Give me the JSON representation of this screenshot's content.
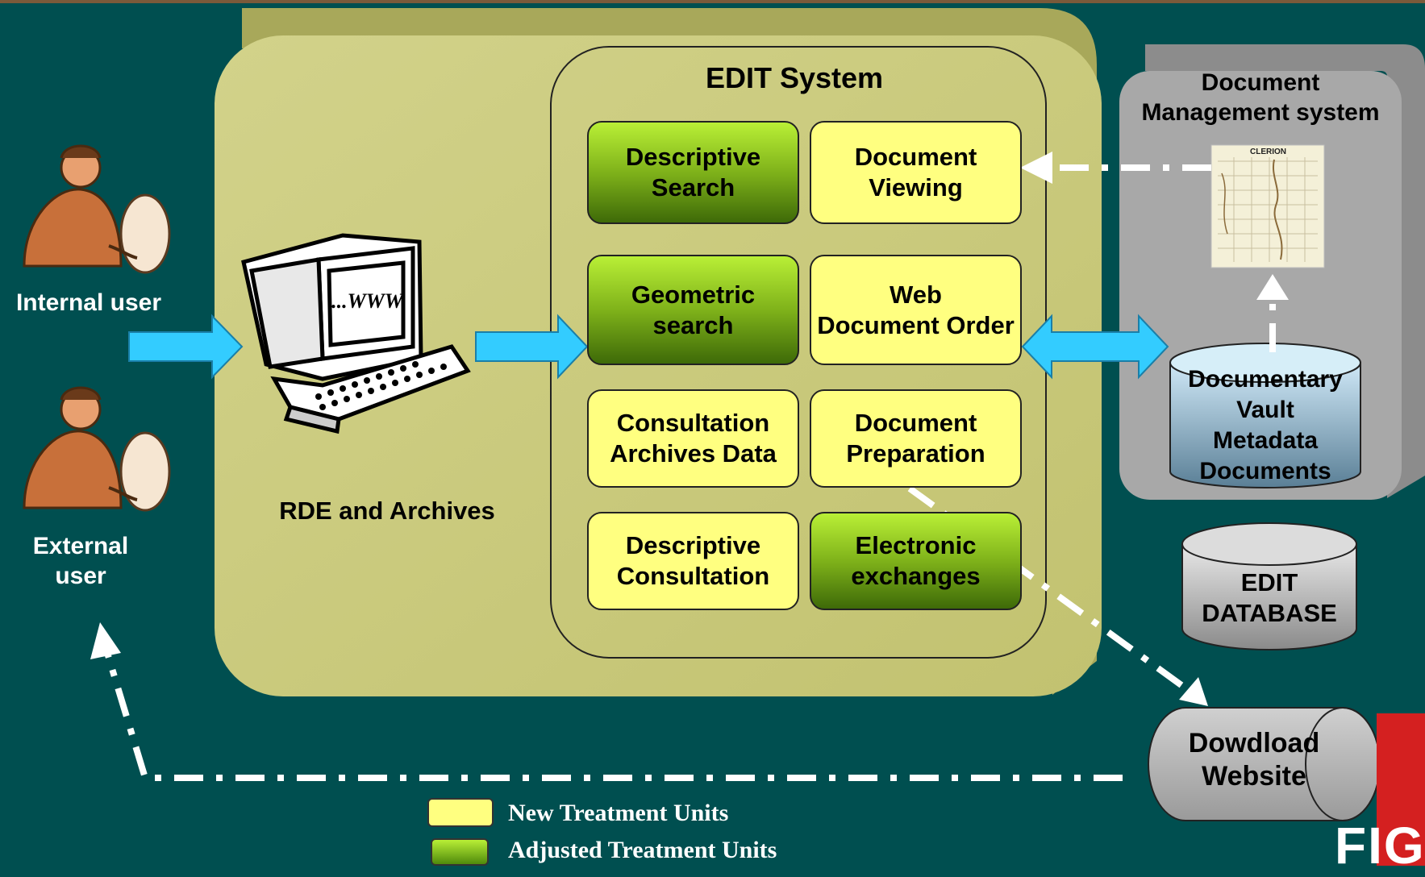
{
  "colors": {
    "background": "#004f50",
    "outer_panel": "#c8c878",
    "new_unit": "#ffff80",
    "adjusted_unit": "#7fb21a",
    "arrow": "#33ccff",
    "dms_panel": "#a6a6a6"
  },
  "users": {
    "internal_label": "Internal user",
    "external_label_line1": "External",
    "external_label_line2": "user"
  },
  "computer": {
    "screen_text": "...WWW",
    "label": "RDE and Archives"
  },
  "edit_system": {
    "title": "EDIT System",
    "units": [
      {
        "line1": "Descriptive",
        "line2": "Search",
        "kind": "adjusted"
      },
      {
        "line1": "Document",
        "line2": "Viewing",
        "kind": "new"
      },
      {
        "line1": "Geometric",
        "line2": "search",
        "kind": "adjusted"
      },
      {
        "line1": "Web",
        "line2": "Document Order",
        "kind": "new"
      },
      {
        "line1": "Consultation",
        "line2": "Archives Data",
        "kind": "new"
      },
      {
        "line1": "Document",
        "line2": "Preparation",
        "kind": "new"
      },
      {
        "line1": "Descriptive",
        "line2": "Consultation",
        "kind": "new"
      },
      {
        "line1": "Electronic",
        "line2": "exchanges",
        "kind": "adjusted"
      }
    ]
  },
  "dms": {
    "title_line1": "Document",
    "title_line2": "Management system",
    "doc_header": "CLERION",
    "vault_lines": [
      "Documentary",
      "Vault",
      "Metadata",
      "Documents"
    ]
  },
  "edit_database": {
    "line1": "EDIT",
    "line2": "DATABASE"
  },
  "download": {
    "line1": "Dowdload",
    "line2": "Website"
  },
  "corner_logo": "FIG",
  "legend": {
    "new_label": "New Treatment Units",
    "adjusted_label": "Adjusted Treatment Units"
  }
}
